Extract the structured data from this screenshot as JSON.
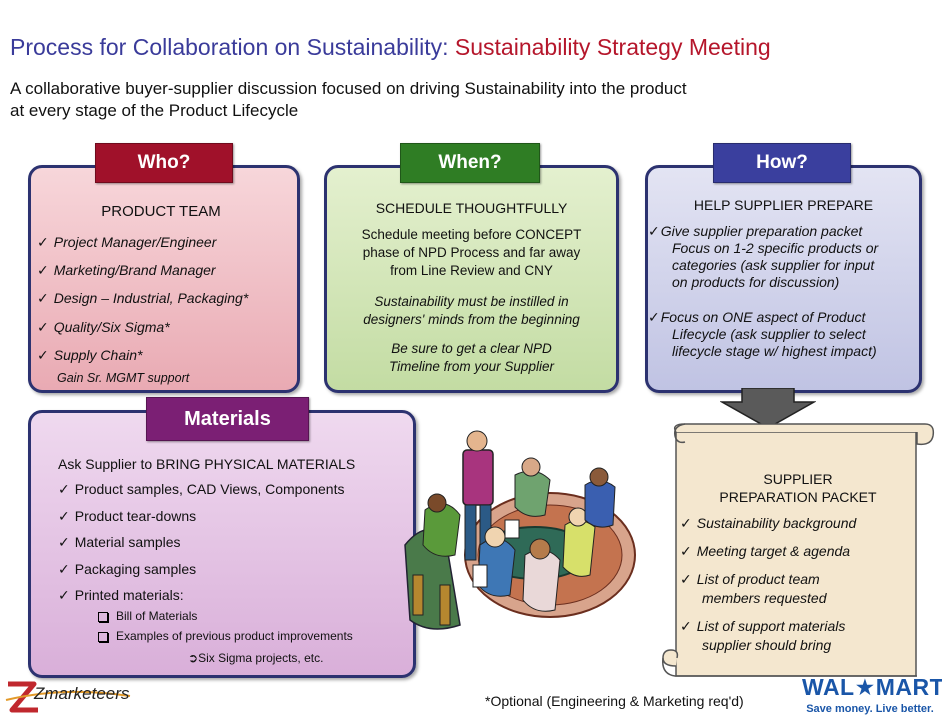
{
  "header": {
    "title_main": "Process for Collaboration on Sustainability:",
    "title_sub": "Sustainability Strategy Meeting",
    "intro_line1": "A collaborative buyer-supplier discussion focused on driving Sustainability into the product",
    "intro_line2": "at every stage of the Product Lifecycle"
  },
  "who": {
    "tab": "Who?",
    "heading": "PRODUCT TEAM",
    "items": [
      "Project Manager/Engineer",
      "Marketing/Brand Manager",
      "Design – Industrial, Packaging*",
      "Quality/Six Sigma*",
      "Supply Chain*"
    ],
    "note": "Gain Sr. MGMT support"
  },
  "when": {
    "tab": "When?",
    "heading": "SCHEDULE THOUGHTFULLY",
    "p1_l1": "Schedule meeting before CONCEPT",
    "p1_l2": "phase of NPD Process and far away",
    "p1_l3": "from Line Review and CNY",
    "p2_l1": "Sustainability must be instilled in",
    "p2_l2": "designers' minds from the beginning",
    "p3_l1": "Be sure to get a clear NPD",
    "p3_l2": "Timeline from your Supplier"
  },
  "how": {
    "tab": "How?",
    "heading": "HELP SUPPLIER PREPARE",
    "a_l1": "Give supplier preparation packet",
    "a_l2": "Focus on 1-2 specific products or",
    "a_l3": "categories (ask supplier for input",
    "a_l4": "on products for discussion)",
    "b_l1": "Focus on ONE aspect of Product",
    "b_l2": "Lifecycle (ask supplier to select",
    "b_l3": "lifecycle stage w/ highest impact)"
  },
  "materials": {
    "tab": "Materials",
    "intro": "Ask Supplier to BRING PHYSICAL MATERIALS",
    "items": [
      "Product samples, CAD Views, Components",
      "Product tear-downs",
      "Material samples",
      "Packaging samples",
      "Printed materials:"
    ],
    "sub_items": [
      "Bill of Materials",
      "Examples of previous product improvements"
    ],
    "arrow_note": "Six Sigma projects, etc."
  },
  "packet": {
    "title_l1": "SUPPLIER",
    "title_l2": "PREPARATION PACKET",
    "i1": "Sustainability background",
    "i2": "Meeting target & agenda",
    "i3_l1": "List of product team",
    "i3_l2": "members requested",
    "i4_l1": "List of support materials",
    "i4_l2": "supplier should bring"
  },
  "footer": {
    "note": "*Optional (Engineering & Marketing req'd)",
    "logo_left": "Zmarketeers",
    "walmart_name": "WAL★MART",
    "walmart_tagline": "Save money. Live better."
  },
  "colors": {
    "title_blue": "#3a3b9a",
    "title_red": "#b5162b",
    "who_tab": "#a0112a",
    "when_tab": "#2f7d24",
    "how_tab": "#3a3f9e",
    "materials_tab": "#7b1f74",
    "walmart_blue": "#1a56a8"
  }
}
